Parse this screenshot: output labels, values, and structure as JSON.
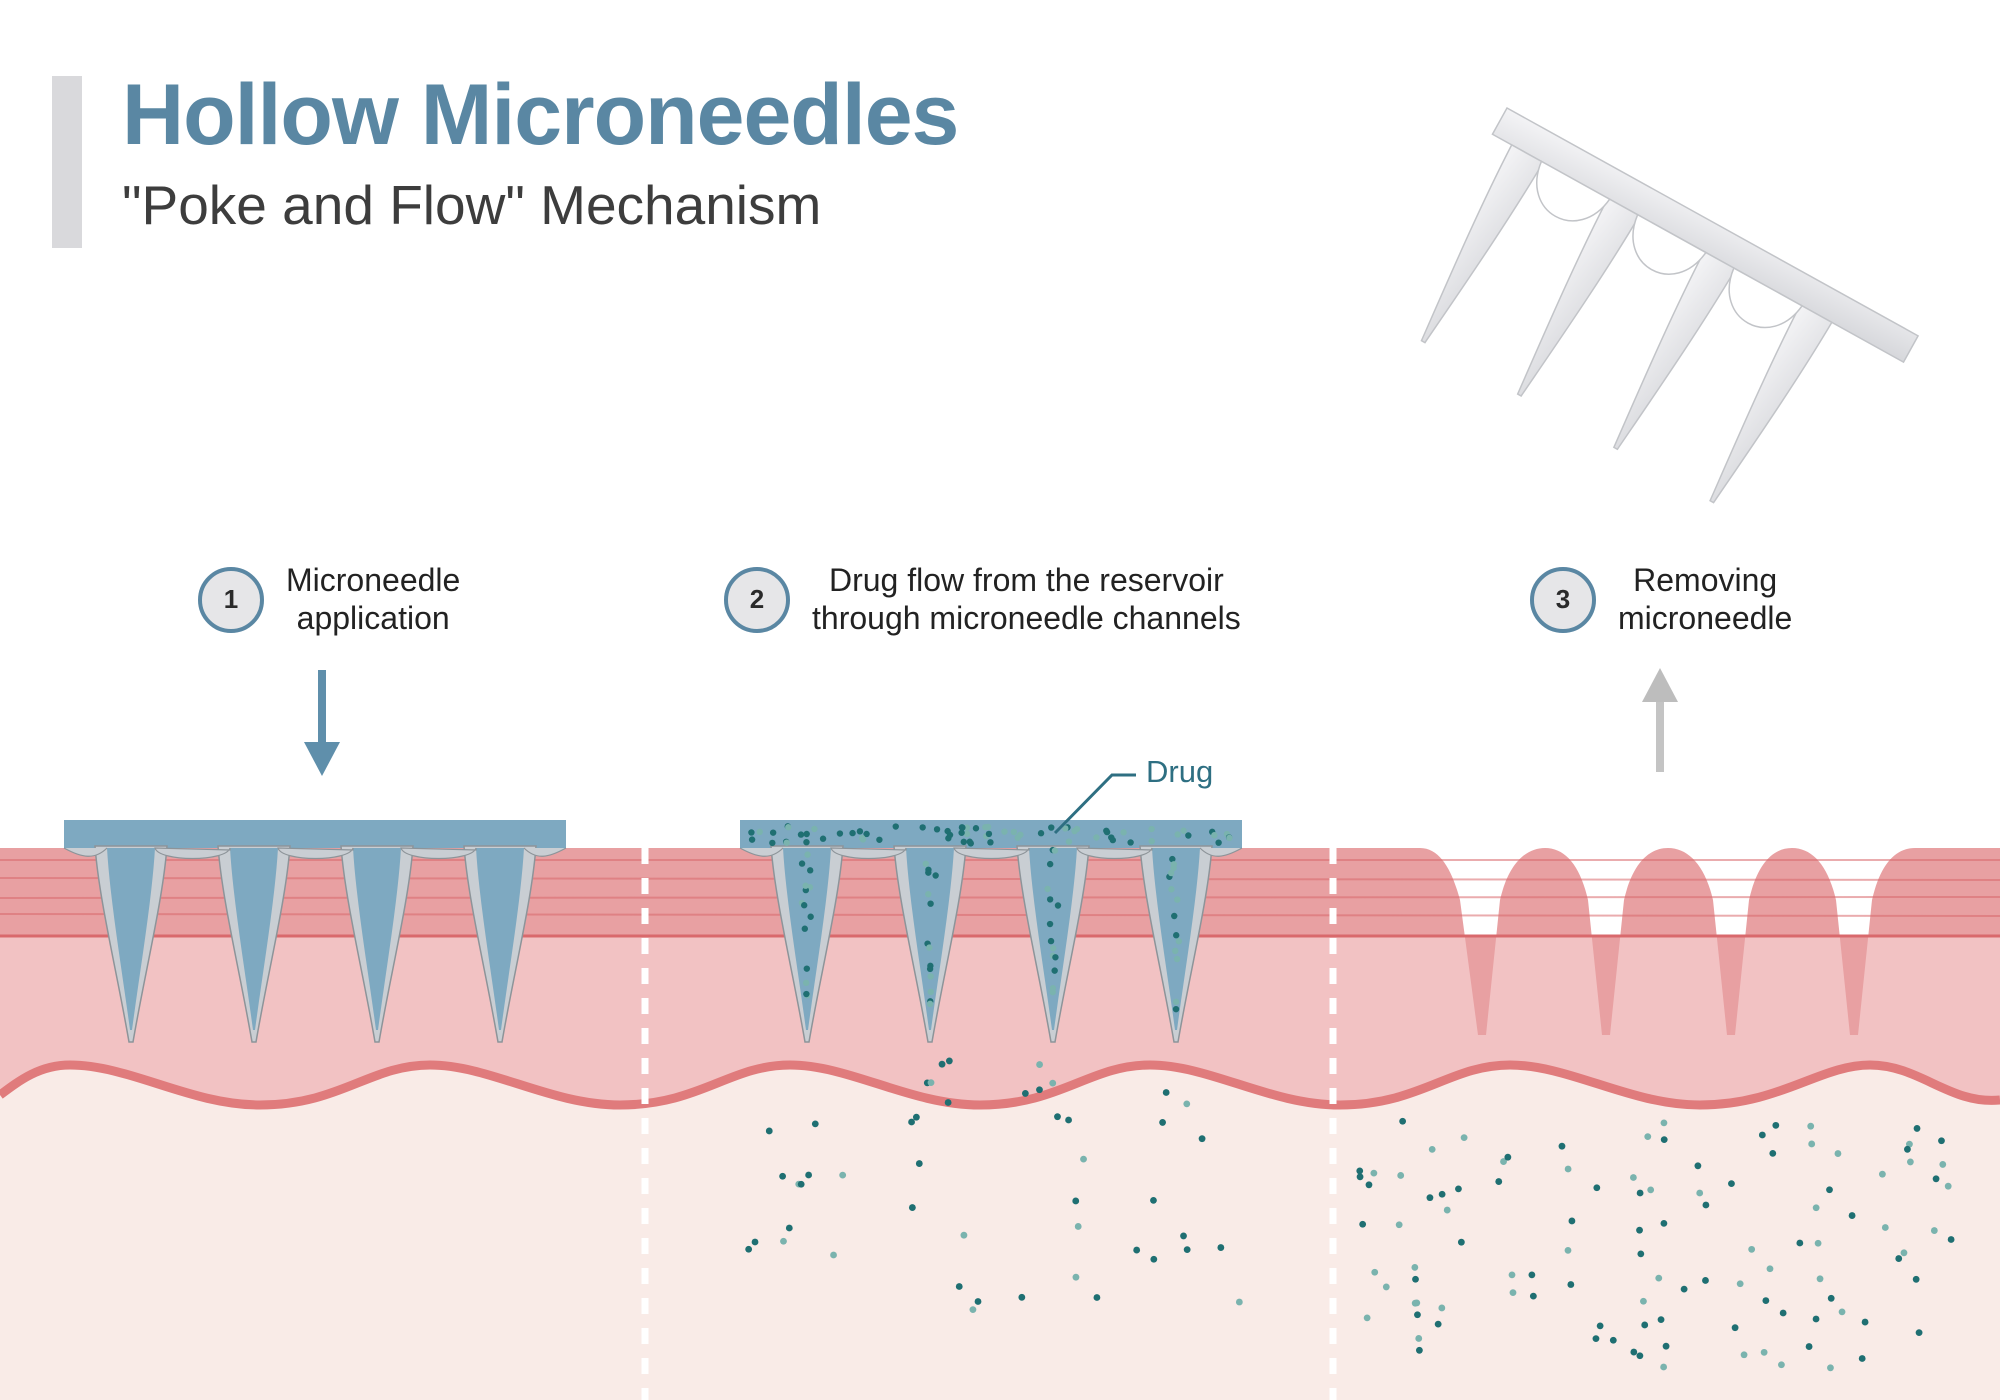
{
  "title": "Hollow Microneedles",
  "subtitle": "\"Poke and Flow\" Mechanism",
  "steps": [
    {
      "number": "1",
      "label": "Microneedle\napplication"
    },
    {
      "number": "2",
      "label": "Drug flow from the reservoir\nthrough microneedle channels"
    },
    {
      "number": "3",
      "label": "Removing\nmicroneedle"
    }
  ],
  "drug_label": "Drug",
  "colors": {
    "title": "#5a87a3",
    "subtitle": "#3d3d3d",
    "epidermis": "#e8a0a2",
    "dermis_upper": "#f2c2c3",
    "basement_line": "#e07b7c",
    "dermis_lower": "#f9ebe7",
    "needle_fill": "#7ea9c1",
    "needle_wall": "#c9ced3",
    "drug_dark": "#1f6f72",
    "drug_light": "#7ab3ae",
    "arrow_down": "#5f8fab",
    "arrow_up": "#bdbdbd"
  },
  "icons": {
    "down_arrow": "down-arrow-icon",
    "up_arrow": "up-arrow-icon",
    "removed_patch": "microneedle-patch-icon"
  }
}
